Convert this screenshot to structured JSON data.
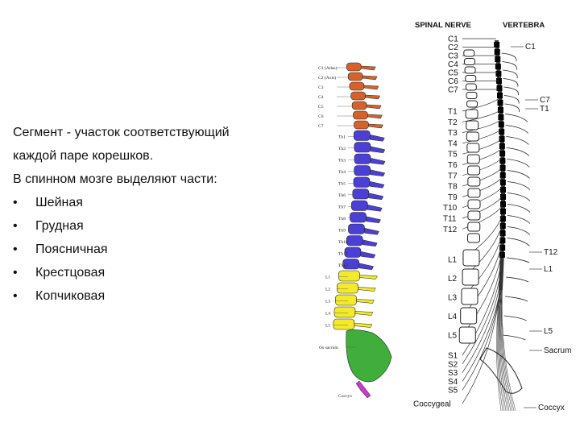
{
  "text": {
    "line1": "Сегмент -  участок соответствующий",
    "line2": "каждой паре корешков.",
    "line3": "В спинном мозге выделяют части:",
    "bullets": [
      "Шейная",
      "Грудная",
      "Поясничная",
      "Крестцовая",
      "Копчиковая"
    ]
  },
  "spine_labels": {
    "cervical": [
      "C1 (Atlas)",
      "C2 (Axis)",
      "C3",
      "C4",
      "C5",
      "C6",
      "C7"
    ],
    "thoracic": [
      "Th1",
      "Th2",
      "Th3",
      "Th4",
      "Th5",
      "Th6",
      "Th7",
      "Th8",
      "Th9",
      "Th10",
      "Th11",
      "Th12"
    ],
    "lumbar": [
      "L1",
      "L2",
      "L3",
      "L4",
      "L5"
    ],
    "sacrum": "Os sacrum",
    "coccyx": "Coccyx"
  },
  "nerve_diagram": {
    "header_left": "SPINAL NERVE",
    "header_right": "VERTEBRA",
    "nerves": [
      "C1",
      "C2",
      "C3",
      "C4",
      "C5",
      "C6",
      "C7",
      "T1",
      "T2",
      "T3",
      "T4",
      "T5",
      "T6",
      "T7",
      "T8",
      "T9",
      "T10",
      "T11",
      "T12",
      "L1",
      "L2",
      "L3",
      "L4",
      "L5",
      "S1",
      "S2",
      "S3",
      "S4",
      "S5",
      "Coccygeal"
    ],
    "vertebra_labels": [
      "C1",
      "C7",
      "T1",
      "T12",
      "L1",
      "L5",
      "Sacrum",
      "Coccyx"
    ]
  },
  "colors": {
    "cervical": "#d4622a",
    "thoracic": "#4b3fd6",
    "lumbar": "#f2ea2a",
    "sacrum": "#3fae3a",
    "coccyx": "#c83ac8"
  }
}
